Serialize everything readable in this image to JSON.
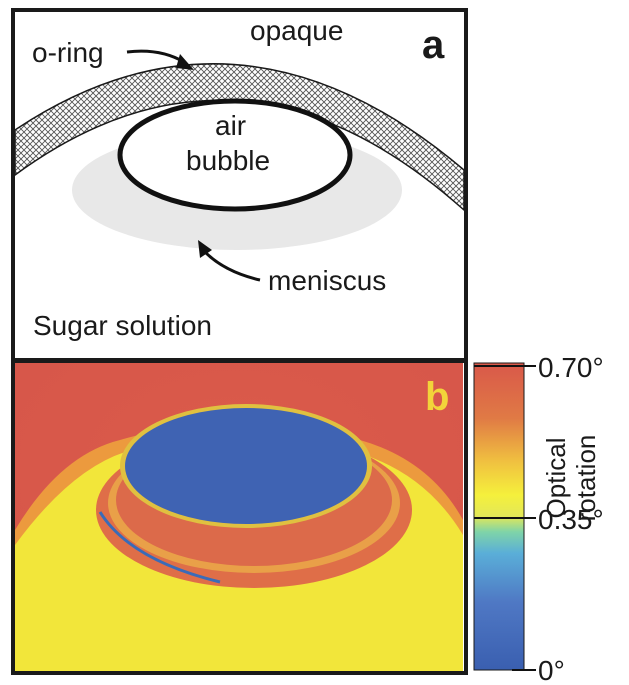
{
  "panel_a": {
    "letter": "a",
    "labels": {
      "opaque": "opaque",
      "o_ring": "o-ring",
      "air": "air",
      "bubble": "bubble",
      "meniscus": "meniscus",
      "sugar_solution": "Sugar solution"
    }
  },
  "panel_b": {
    "letter": "b",
    "letter_color": "#f2d43a"
  },
  "colorbar": {
    "title_line1": "Optical",
    "title_line2": "rotation",
    "ticks": [
      {
        "label": "0.70°",
        "value": 0.7
      },
      {
        "label": "0.35°",
        "value": 0.35
      },
      {
        "label": "0°",
        "value": 0.0
      }
    ],
    "colors": {
      "high": "#d9584a",
      "mid": "#f5f03c",
      "low": "#3a5fb0"
    }
  }
}
